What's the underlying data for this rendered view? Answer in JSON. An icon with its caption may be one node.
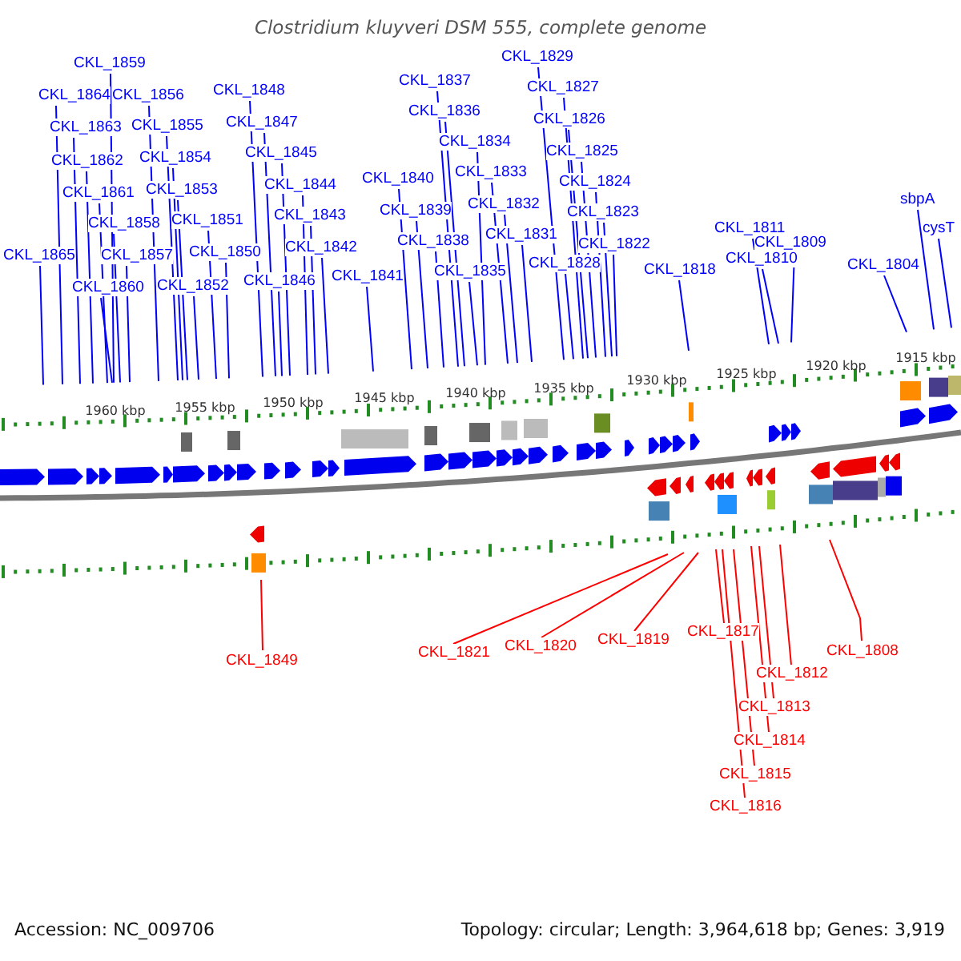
{
  "diagram": {
    "title": "Clostridium kluyveri DSM 555, complete genome",
    "nodes": [
      {
        "text": [
          "CKL_1865"
        ]
      },
      {
        "text": [
          "CKL_1864"
        ]
      },
      {
        "text": [
          "CKL_1863"
        ]
      },
      {
        "text": [
          "CKL_1862"
        ]
      },
      {
        "text": [
          "CKL_1861"
        ]
      },
      {
        "text": [
          "CKL_1859"
        ]
      },
      {
        "text": [
          "CKL_1860"
        ]
      },
      {
        "text": [
          "CKL_1858"
        ]
      },
      {
        "text": [
          "CKL_1857"
        ]
      },
      {
        "text": [
          "CKL_1856"
        ]
      },
      {
        "text": [
          "CKL_1855"
        ]
      },
      {
        "text": [
          "CKL_1854"
        ]
      },
      {
        "text": [
          "CKL_1853"
        ]
      },
      {
        "text": [
          "CKL_1852"
        ]
      },
      {
        "text": [
          "CKL_1851"
        ]
      },
      {
        "text": [
          "CKL_1850"
        ]
      },
      {
        "text": [
          "CKL_1848"
        ]
      },
      {
        "text": [
          "CKL_1847"
        ]
      },
      {
        "text": [
          "CKL_1846"
        ]
      },
      {
        "text": [
          "CKL_1845"
        ]
      },
      {
        "text": [
          "CKL_1844"
        ]
      },
      {
        "text": [
          "CKL_1843"
        ]
      },
      {
        "text": [
          "CKL_1842"
        ]
      },
      {
        "text": [
          "CKL_1841"
        ]
      },
      {
        "text": [
          "CKL_1840"
        ]
      },
      {
        "text": [
          "CKL_1839"
        ]
      },
      {
        "text": [
          "CKL_1838"
        ]
      },
      {
        "text": [
          "CKL_1837"
        ]
      },
      {
        "text": [
          "CKL_1836"
        ]
      },
      {
        "text": [
          "CKL_1835"
        ]
      },
      {
        "text": [
          "CKL_1834"
        ]
      },
      {
        "text": [
          "CKL_1833"
        ]
      },
      {
        "text": [
          "CKL_1832"
        ]
      },
      {
        "text": [
          "CKL_1831"
        ]
      },
      {
        "text": [
          "CKL_1829"
        ]
      },
      {
        "text": [
          "CKL_1828"
        ]
      },
      {
        "text": [
          "CKL_1827"
        ]
      },
      {
        "text": [
          "CKL_1826"
        ]
      },
      {
        "text": [
          "CKL_1825"
        ]
      },
      {
        "text": [
          "CKL_1824"
        ]
      },
      {
        "text": [
          "CKL_1823"
        ]
      },
      {
        "text": [
          "CKL_1822"
        ]
      },
      {
        "text": [
          "CKL_1818"
        ]
      },
      {
        "text": [
          "CKL_1811"
        ]
      },
      {
        "text": [
          "CKL_1810"
        ]
      },
      {
        "text": [
          "CKL_1809"
        ]
      },
      {
        "text": [
          "CKL_1804"
        ]
      },
      {
        "text": [
          "sbpA"
        ]
      },
      {
        "text": [
          "cysT"
        ]
      },
      {
        "text": [
          "CKL_1849"
        ]
      },
      {
        "text": [
          "CKL_1821"
        ]
      },
      {
        "text": [
          "CKL_1820"
        ]
      },
      {
        "text": [
          "CKL_1819"
        ]
      },
      {
        "text": [
          "CKL_1817"
        ]
      },
      {
        "text": [
          "CKL_1812"
        ]
      },
      {
        "text": [
          "CKL_1808"
        ]
      },
      {
        "text": [
          "CKL_1813"
        ]
      },
      {
        "text": [
          "CKL_1814"
        ]
      },
      {
        "text": [
          "CKL_1815"
        ]
      },
      {
        "text": [
          "CKL_1816"
        ]
      }
    ],
    "edges": [
      {
        "from": 0,
        "to": null,
        "arrow": "none"
      },
      {
        "from": 1,
        "to": null,
        "arrow": "none"
      },
      {
        "from": 2,
        "to": null,
        "arrow": "none"
      },
      {
        "from": 3,
        "to": null,
        "arrow": "none"
      },
      {
        "from": 4,
        "to": null,
        "arrow": "none"
      },
      {
        "from": 5,
        "to": null,
        "arrow": "none"
      },
      {
        "from": 6,
        "to": null,
        "arrow": "none"
      },
      {
        "from": 7,
        "to": null,
        "arrow": "none"
      },
      {
        "from": 8,
        "to": null,
        "arrow": "none"
      },
      {
        "from": 9,
        "to": null,
        "arrow": "none"
      },
      {
        "from": 10,
        "to": null,
        "arrow": "none"
      },
      {
        "from": 11,
        "to": null,
        "arrow": "none"
      },
      {
        "from": 12,
        "to": null,
        "arrow": "none"
      },
      {
        "from": 13,
        "to": null,
        "arrow": "none"
      },
      {
        "from": 14,
        "to": null,
        "arrow": "none"
      },
      {
        "from": 15,
        "to": null,
        "arrow": "none"
      },
      {
        "from": 16,
        "to": null,
        "arrow": "none"
      },
      {
        "from": 17,
        "to": null,
        "arrow": "none"
      },
      {
        "from": 18,
        "to": null,
        "arrow": "none"
      },
      {
        "from": 19,
        "to": null,
        "arrow": "none"
      },
      {
        "from": 20,
        "to": null,
        "arrow": "none"
      },
      {
        "from": 21,
        "to": null,
        "arrow": "none"
      },
      {
        "from": 22,
        "to": null,
        "arrow": "none"
      },
      {
        "from": 23,
        "to": null,
        "arrow": "none"
      },
      {
        "from": 24,
        "to": null,
        "arrow": "none"
      },
      {
        "from": 25,
        "to": null,
        "arrow": "none"
      },
      {
        "from": 26,
        "to": null,
        "arrow": "none"
      },
      {
        "from": 27,
        "to": null,
        "arrow": "none"
      },
      {
        "from": 28,
        "to": null,
        "arrow": "none"
      },
      {
        "from": 29,
        "to": null,
        "arrow": "none"
      },
      {
        "from": 30,
        "to": null,
        "arrow": "none"
      },
      {
        "from": 31,
        "to": null,
        "arrow": "none"
      },
      {
        "from": 32,
        "to": null,
        "arrow": "none"
      },
      {
        "from": 33,
        "to": null,
        "arrow": "none"
      },
      {
        "from": 34,
        "to": null,
        "arrow": "none"
      },
      {
        "from": 35,
        "to": null,
        "arrow": "none"
      },
      {
        "from": 36,
        "to": null,
        "arrow": "none"
      },
      {
        "from": 37,
        "to": null,
        "arrow": "none"
      },
      {
        "from": 38,
        "to": null,
        "arrow": "none"
      },
      {
        "from": 39,
        "to": null,
        "arrow": "none"
      },
      {
        "from": 40,
        "to": null,
        "arrow": "none"
      },
      {
        "from": 41,
        "to": null,
        "arrow": "none"
      },
      {
        "from": 42,
        "to": null,
        "arrow": "none"
      },
      {
        "from": 43,
        "to": null,
        "arrow": "none"
      },
      {
        "from": 44,
        "to": null,
        "arrow": "none"
      },
      {
        "from": 45,
        "to": null,
        "arrow": "none"
      },
      {
        "from": 46,
        "to": null,
        "arrow": "none"
      },
      {
        "from": 47,
        "to": null,
        "arrow": "none"
      },
      {
        "from": 48,
        "to": null,
        "arrow": "none"
      },
      {
        "from": 49,
        "to": null,
        "arrow": "none",
        "color": "#ff0000"
      },
      {
        "from": 50,
        "to": null,
        "arrow": "none",
        "color": "#ff0000"
      },
      {
        "from": 51,
        "to": null,
        "arrow": "none",
        "color": "#ff0000"
      },
      {
        "from": 52,
        "to": null,
        "arrow": "none",
        "color": "#ff0000"
      },
      {
        "from": 53,
        "to": null,
        "arrow": "none",
        "color": "#ff0000"
      },
      {
        "from": 54,
        "to": null,
        "arrow": "none",
        "color": "#ff0000"
      },
      {
        "from": 55,
        "to": null,
        "arrow": "none",
        "color": "#ff0000"
      },
      {
        "from": 56,
        "to": null,
        "arrow": "none",
        "color": "#ff0000"
      },
      {
        "from": 57,
        "to": null,
        "arrow": "none",
        "color": "#ff0000"
      },
      {
        "from": 58,
        "to": null,
        "arrow": "none",
        "color": "#ff0000"
      },
      {
        "from": 59,
        "to": null,
        "arrow": "none",
        "color": "#ff0000"
      }
    ],
    "labels": [
      "1960 kbp",
      "1955 kbp",
      "1950 kbp",
      "1945 kbp",
      "1940 kbp",
      "1935 kbp",
      "1930 kbp",
      "1925 kbp",
      "1920 kbp",
      "1915 kbp",
      "Accession: NC_009706",
      "Topology: circular; Length: 3,964,618 bp; Genes: 3,919"
    ]
  }
}
